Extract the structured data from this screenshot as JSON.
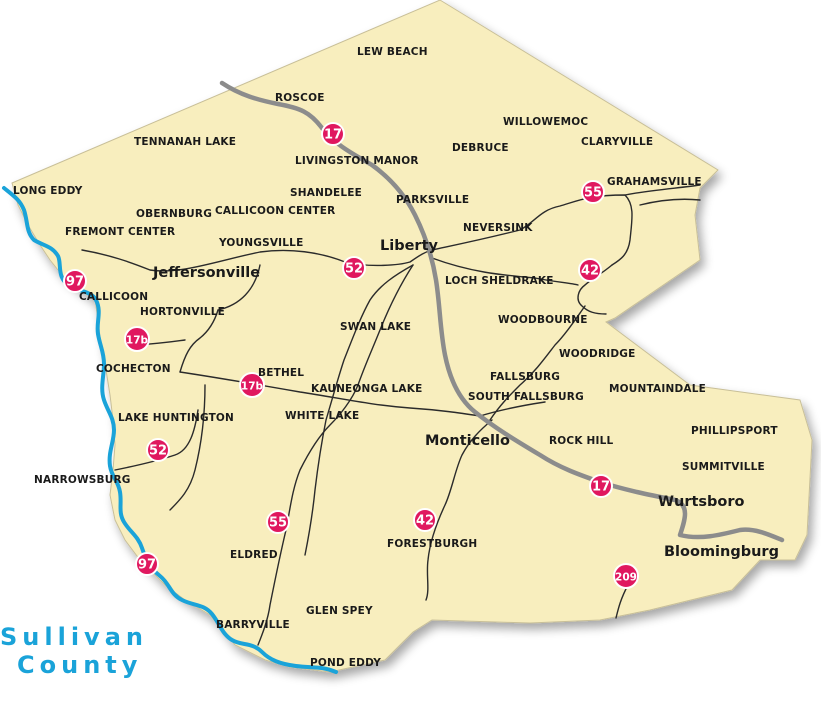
{
  "title": {
    "line1": "Sullivan",
    "line2": "County"
  },
  "colors": {
    "county_fill": "#f8eebe",
    "river": "#1aa3d9",
    "highway": "#8c8c8c",
    "road": "#2b2b2b",
    "shield": "#e0185f",
    "text": "#1a1a1a"
  },
  "cities": {
    "liberty": "Liberty",
    "jeffersonville": "Jeffersonville",
    "monticello": "Monticello",
    "wurtsboro": "Wurtsboro",
    "bloomingburg": "Bloomingburg"
  },
  "towns": {
    "lew_beach": "LEW BEACH",
    "roscoe": "ROSCOE",
    "willowemoc": "WILLOWEMOC",
    "tennanah_lake": "TENNANAH LAKE",
    "debruce": "DEBRUCE",
    "claryville": "CLARYVILLE",
    "livingston_manor": "LIVINGSTON MANOR",
    "grahamsville": "GRAHAMSVILLE",
    "long_eddy": "LONG EDDY",
    "shandelee": "SHANDELEE",
    "parksville": "PARKSVILLE",
    "obernburg": "OBERNBURG",
    "callicoon_center": "CALLICOON CENTER",
    "neversink": "NEVERSINK",
    "fremont_center": "FREMONT CENTER",
    "youngsville": "YOUNGSVILLE",
    "loch_sheldrake": "LOCH SHELDRAKE",
    "callicoon": "CALLICOON",
    "hortonville": "HORTONVILLE",
    "woodbourne": "WOODBOURNE",
    "swan_lake": "SWAN LAKE",
    "cochecton": "COCHECTON",
    "woodridge": "WOODRIDGE",
    "bethel": "BETHEL",
    "fallsburg": "FALLSBURG",
    "kauneonga_lake": "KAUNEONGA LAKE",
    "mountaindale": "MOUNTAINDALE",
    "south_fallsburg": "SOUTH FALLSBURG",
    "white_lake": "WHITE LAKE",
    "lake_huntington": "LAKE HUNTINGTON",
    "phillipsport": "PHILLIPSPORT",
    "rock_hill": "ROCK HILL",
    "summitville": "SUMMITVILLE",
    "narrowsburg": "NARROWSBURG",
    "forestburgh": "FORESTBURGH",
    "eldred": "ELDRED",
    "glen_spey": "GLEN SPEY",
    "barryville": "BARRYVILLE",
    "pond_eddy": "POND EDDY"
  },
  "shields": {
    "s17_north": "17",
    "s55_grahamsville": "55",
    "s97_callicoon": "97",
    "s52_liberty": "52",
    "s42_north": "42",
    "s17b_hortonville": "17b",
    "s17b_bethel": "17b",
    "s52_lake_huntington": "52",
    "s17_south": "17",
    "s55_eldred": "55",
    "s42_forestburgh": "42",
    "s97_south": "97",
    "s209": "209"
  }
}
